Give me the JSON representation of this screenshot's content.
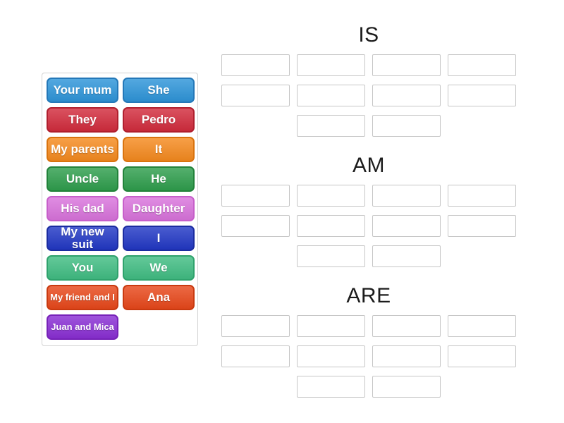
{
  "tile_panel": {
    "tiles": [
      {
        "label": "Your mum",
        "color_key": "blue"
      },
      {
        "label": "She",
        "color_key": "blue"
      },
      {
        "label": "They",
        "color_key": "red"
      },
      {
        "label": "Pedro",
        "color_key": "red"
      },
      {
        "label": "My parents",
        "color_key": "orange"
      },
      {
        "label": "It",
        "color_key": "orange"
      },
      {
        "label": "Uncle",
        "color_key": "green"
      },
      {
        "label": "He",
        "color_key": "green"
      },
      {
        "label": "His dad",
        "color_key": "orchid"
      },
      {
        "label": "Daughter",
        "color_key": "orchid"
      },
      {
        "label": "My new suit",
        "color_key": "royal_blue"
      },
      {
        "label": "I",
        "color_key": "royal_blue"
      },
      {
        "label": "You",
        "color_key": "emerald"
      },
      {
        "label": "We",
        "color_key": "emerald"
      },
      {
        "label": "My friend and I",
        "color_key": "orange_red"
      },
      {
        "label": "Ana",
        "color_key": "orange_red"
      },
      {
        "label": "Juan and Mica",
        "color_key": "purple"
      }
    ],
    "colors": {
      "blue": {
        "fill": "#2e95d9",
        "border": "#2478b8"
      },
      "red": {
        "fill": "#d22c3d",
        "border": "#b01f2e"
      },
      "orange": {
        "fill": "#f58a1f",
        "border": "#d9730e"
      },
      "green": {
        "fill": "#2f9e4d",
        "border": "#22823a"
      },
      "orchid": {
        "fill": "#d973dc",
        "border": "#c75fca"
      },
      "royal_blue": {
        "fill": "#2238c5",
        "border": "#1b2ca0"
      },
      "emerald": {
        "fill": "#41bd83",
        "border": "#2fa26c"
      },
      "orange_red": {
        "fill": "#e8481b",
        "border": "#c93a10"
      },
      "purple": {
        "fill": "#8a2fd4",
        "border": "#7722b8"
      }
    }
  },
  "groups": [
    {
      "label": "IS",
      "slot_rows": [
        4,
        4,
        2
      ]
    },
    {
      "label": "AM",
      "slot_rows": [
        4,
        4,
        2
      ]
    },
    {
      "label": "ARE",
      "slot_rows": [
        4,
        4,
        2
      ]
    }
  ]
}
